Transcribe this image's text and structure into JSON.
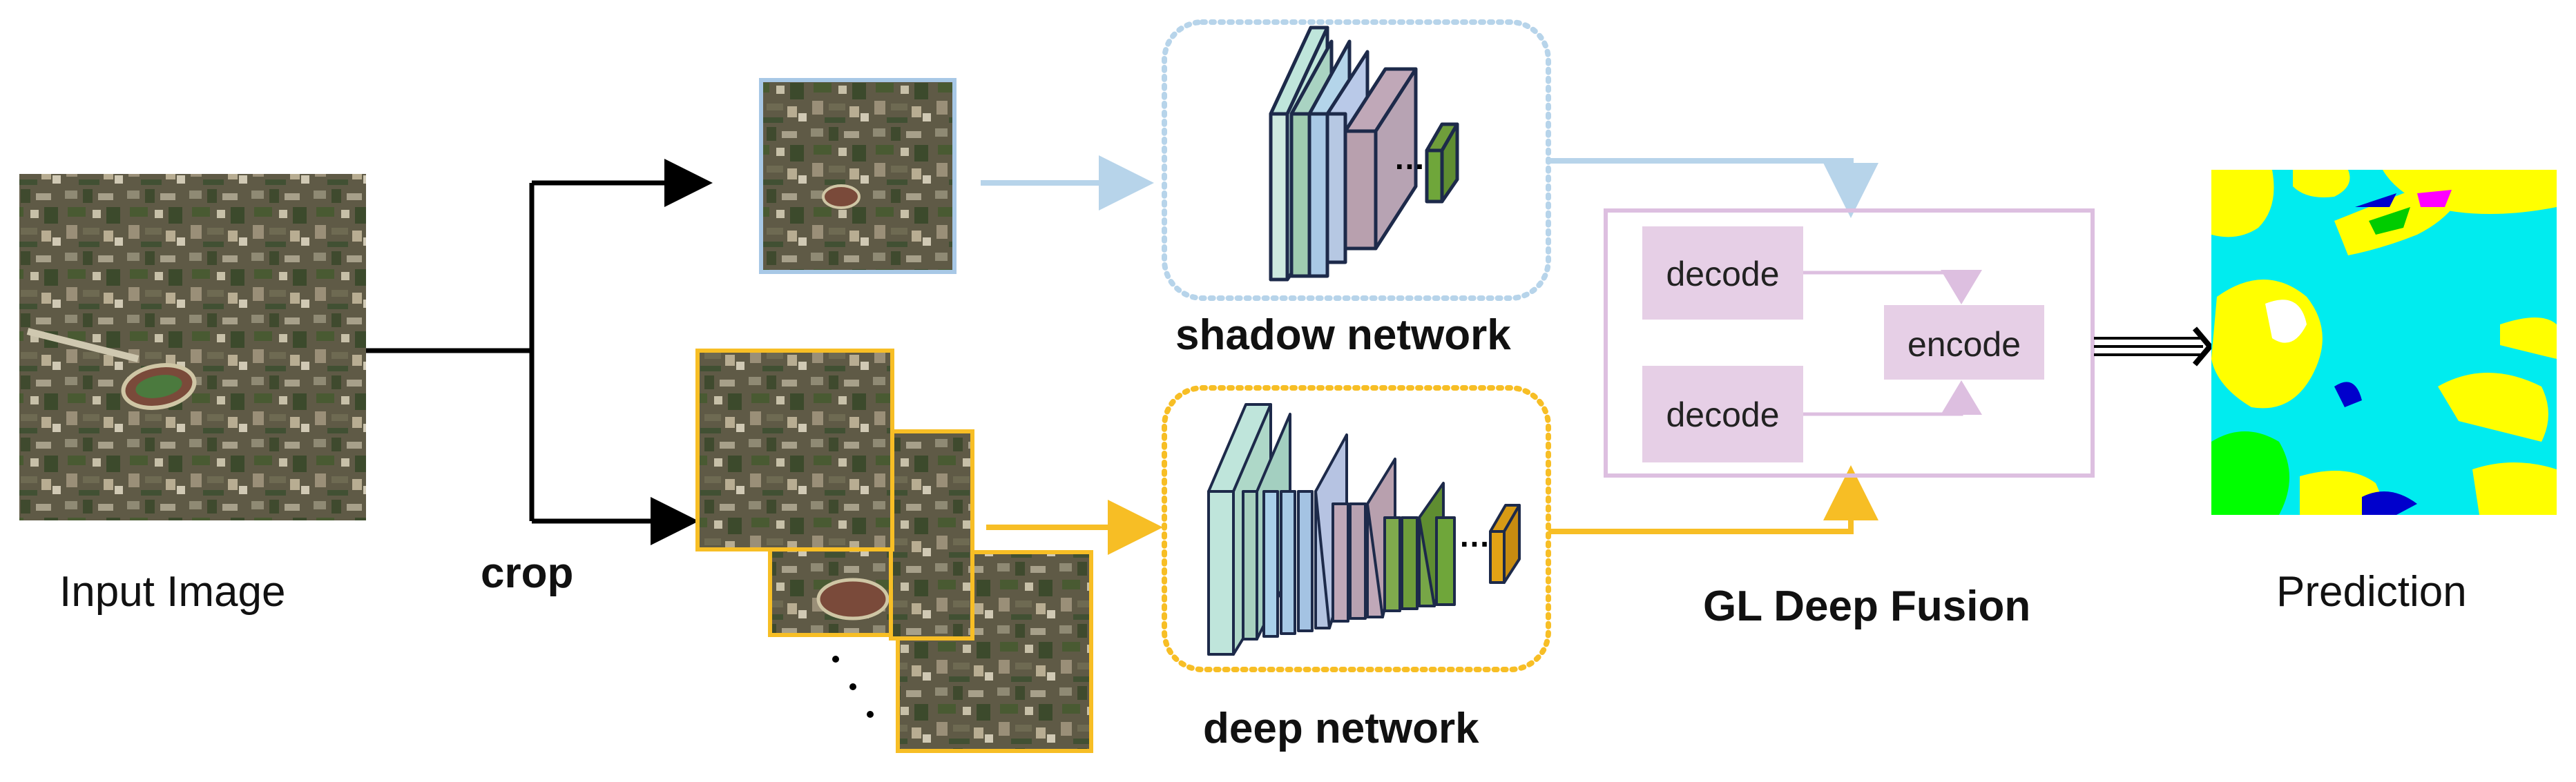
{
  "labels": {
    "input_image": "Input Image",
    "crop": "crop",
    "shadow_network": "shadow network",
    "deep_network": "deep network",
    "gl_deep_fusion": "GL Deep Fusion",
    "prediction": "Prediction"
  },
  "fusion_module": {
    "decode_top": "decode",
    "decode_bottom": "decode",
    "encode": "encode"
  },
  "colors": {
    "shadow_branch": "#b7d4ea",
    "deep_branch": "#f7be25",
    "fusion_border": "#ddbfe0",
    "fusion_block": "#e6cfe6",
    "arrow": "#000000"
  },
  "icons": {
    "layer_stack": "cnn-layers-icon",
    "ellipsis": "ellipsis-icon"
  }
}
